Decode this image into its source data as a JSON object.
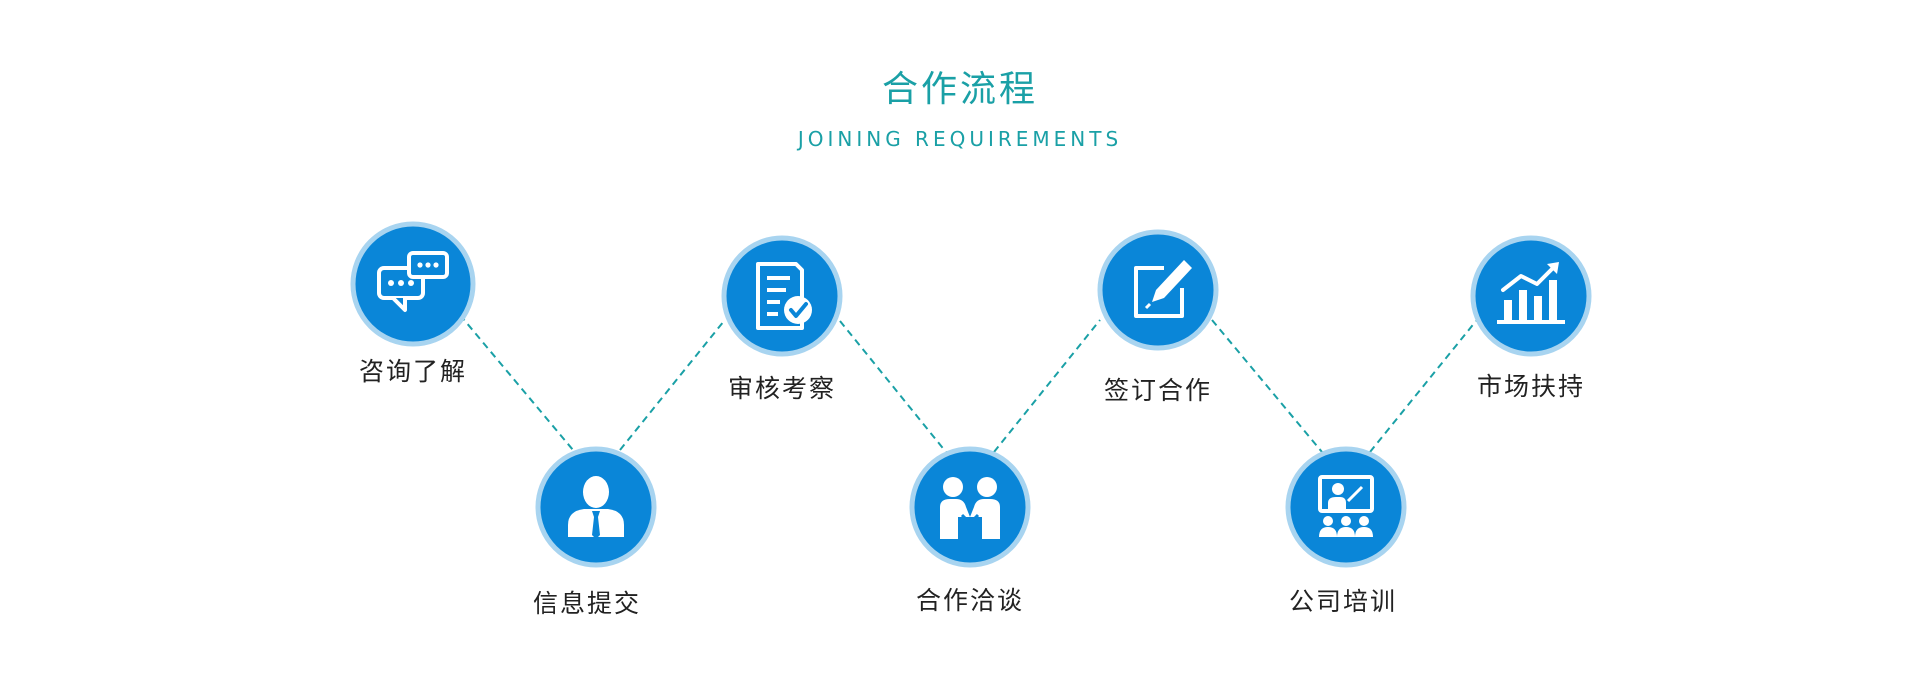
{
  "header": {
    "title": "合作流程",
    "subtitle": "JOINING REQUIREMENTS"
  },
  "colors": {
    "accent": "#1aa0a6",
    "circle_fill": "#0a86d8",
    "circle_ring": "#a8d4f0",
    "connector": "#1aa0a6",
    "label": "#222222"
  },
  "steps": [
    {
      "label": "咨询了解",
      "icon": "chat-bubbles-icon"
    },
    {
      "label": "信息提交",
      "icon": "person-icon"
    },
    {
      "label": "审核考察",
      "icon": "document-check-icon"
    },
    {
      "label": "合作洽谈",
      "icon": "handshake-icon"
    },
    {
      "label": "签订合作",
      "icon": "edit-pen-icon"
    },
    {
      "label": "公司培训",
      "icon": "training-board-icon"
    },
    {
      "label": "市场扶持",
      "icon": "growth-chart-icon"
    }
  ]
}
